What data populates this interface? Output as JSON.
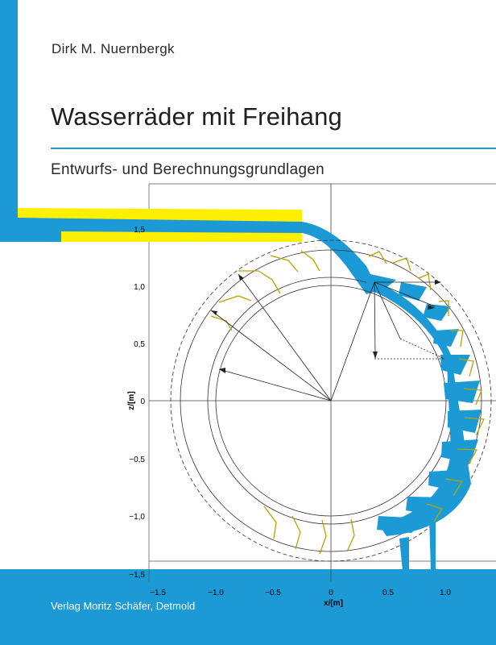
{
  "book": {
    "author": "Dirk M. Nuernbergk",
    "title": "Wasserräder mit Freihang",
    "subtitle": "Entwurfs- und Berechnungsgrundlagen",
    "publisher": "Verlag Moritz Schäfer, Detmold"
  },
  "figure": {
    "x_axis_label": "x/[m]",
    "y_axis_label": "z/[m]",
    "x_ticks": [
      "−1.5",
      "−1.0",
      "−0.5",
      "0",
      "0.5",
      "1.0"
    ],
    "y_ticks": [
      "1,5",
      "1,0",
      "0,5",
      "0",
      "−0,5",
      "−1,0",
      "−1,5"
    ],
    "icon": "water-wheel-diagram"
  },
  "colors": {
    "accent_blue": "#1b9ad6",
    "channel_yellow": "#ffef00",
    "blade_olive": "#b7a400"
  }
}
